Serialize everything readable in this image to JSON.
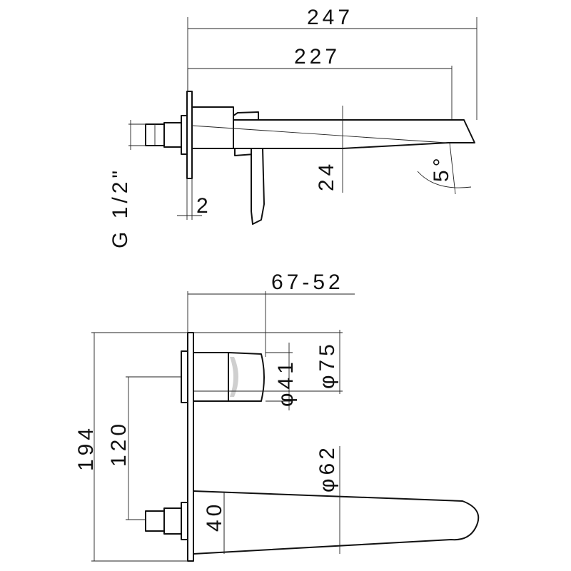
{
  "dimensions": {
    "overall_length": "247",
    "spout_length": "227",
    "thread": "G 1/2\"",
    "plate_thickness": "2",
    "spout_height": "24",
    "spout_angle": "5°",
    "wall_depth": "67-52",
    "handle_dia": "φ41",
    "plate_dia": "φ75",
    "overall_height": "194",
    "center_distance": "120",
    "spout_dia": "φ62",
    "spout_base": "40"
  }
}
